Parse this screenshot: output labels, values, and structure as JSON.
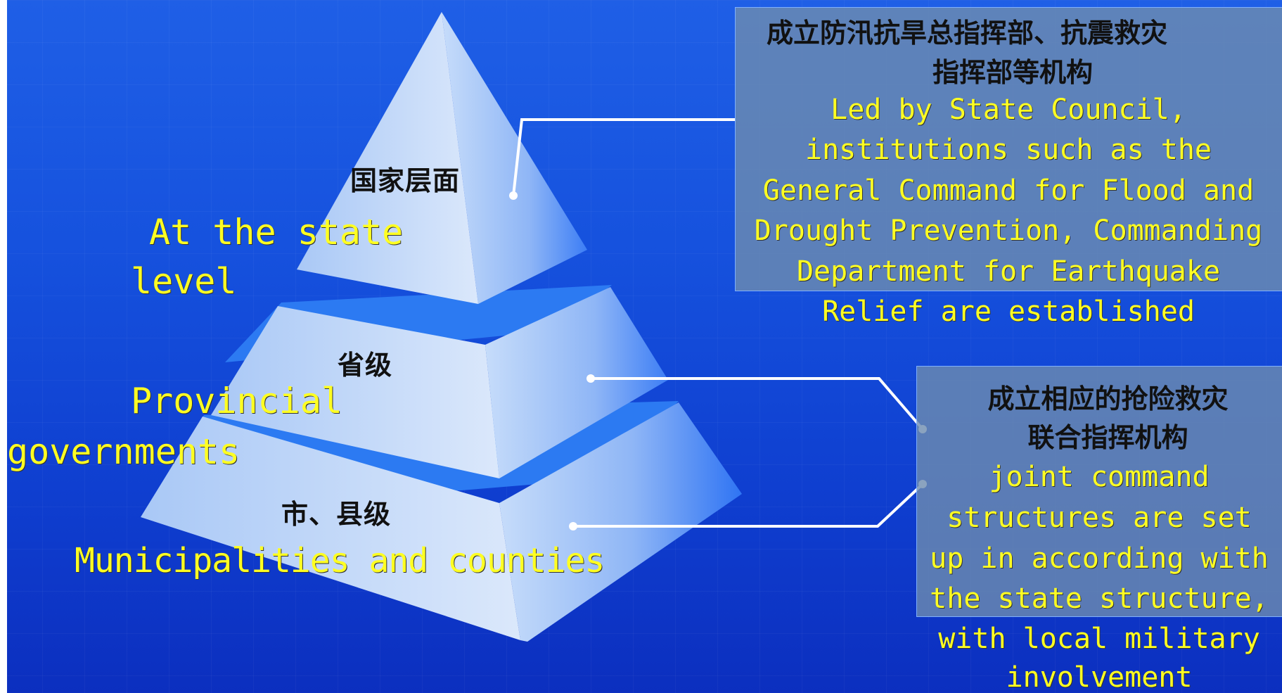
{
  "pyramid": {
    "levels": [
      {
        "cn": "国家层面",
        "en_line1": "At the state",
        "en_line2": "level"
      },
      {
        "cn": "省级",
        "en_line1": "Provincial",
        "en_line2": "governments"
      },
      {
        "cn": "市、县级",
        "en_line1": "Municipalities and counties",
        "en_line2": ""
      }
    ]
  },
  "state_box": {
    "title_line1": "成立防汛抗旱总指挥部、抗震救灾",
    "title_line2": "指挥部等机构",
    "text_lines": [
      "Led by State Council,",
      "institutions such as the",
      "General Command for Flood and",
      "Drought Prevention, Commanding",
      "Department for Earthquake",
      "Relief are established"
    ]
  },
  "local_box": {
    "title_line1": "成立相应的抢险救灾",
    "title_line2": "联合指挥机构",
    "text_lines": [
      "joint command",
      "structures are set",
      "up in according with",
      "the state structure,",
      "with local military",
      "involvement"
    ]
  },
  "colors": {
    "background": "#1652de",
    "english_text": "#ffff22",
    "chinese_text": "#111111",
    "connector": "#ffffff"
  }
}
